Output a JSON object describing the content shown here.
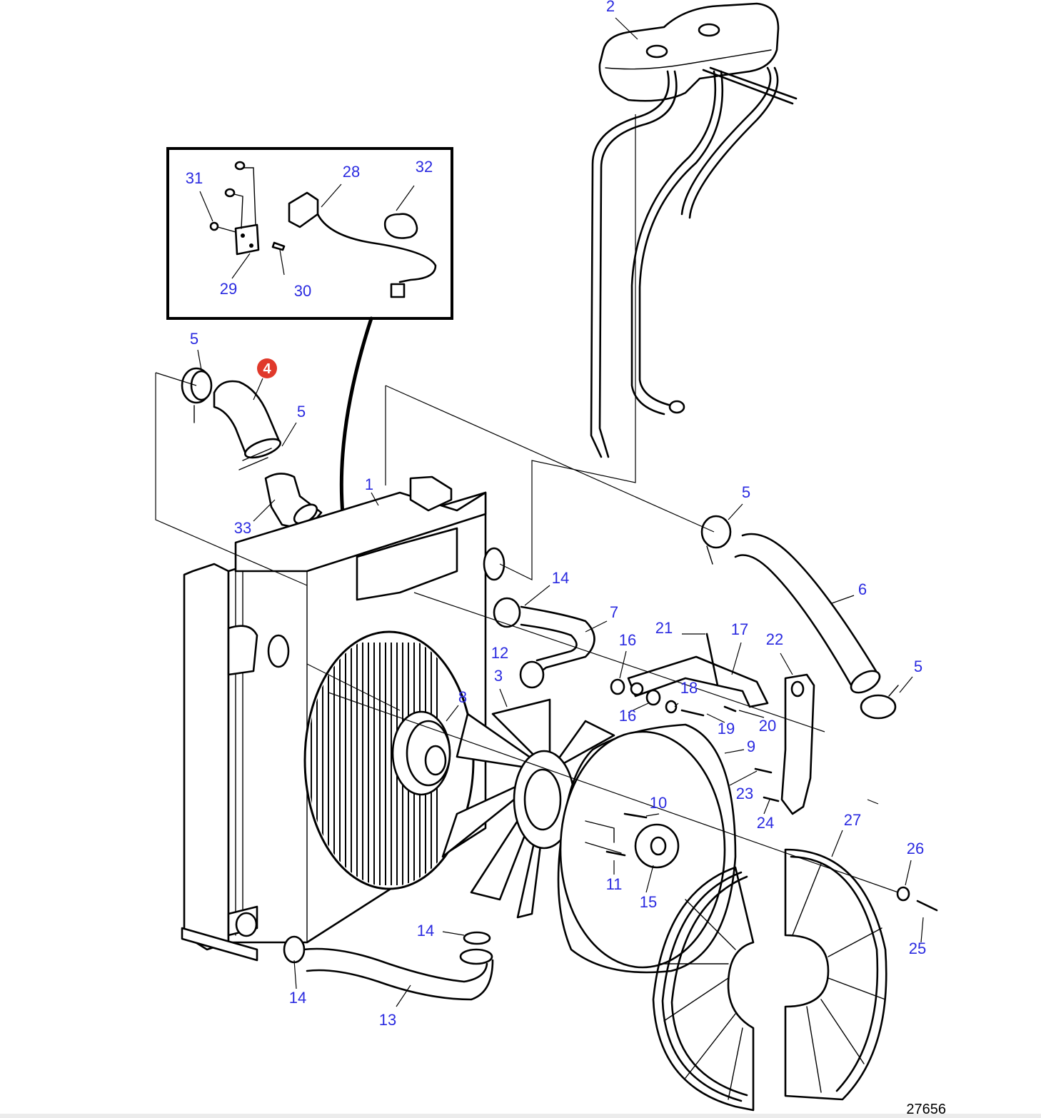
{
  "figure_number": "27656",
  "highlighted_callout": "4",
  "callouts": {
    "c1": "1",
    "c2": "2",
    "c3": "3",
    "c4": "4",
    "c5a": "5",
    "c5b": "5",
    "c5c": "5",
    "c5d": "5",
    "c6": "6",
    "c7": "7",
    "c8": "8",
    "c9": "9",
    "c10": "10",
    "c11": "11",
    "c12": "12",
    "c13": "13",
    "c14a": "14",
    "c14b": "14",
    "c14c": "14",
    "c15": "15",
    "c16a": "16",
    "c16b": "16",
    "c17": "17",
    "c18": "18",
    "c19": "19",
    "c20": "20",
    "c21": "21",
    "c22": "22",
    "c23": "23",
    "c24": "24",
    "c25": "25",
    "c26": "26",
    "c27": "27",
    "c28": "28",
    "c29": "29",
    "c30": "30",
    "c31": "31",
    "c32": "32",
    "c33": "33"
  },
  "colors": {
    "callout_text": "#2a2ae0",
    "highlight": "#e0392b",
    "line": "#000000"
  }
}
